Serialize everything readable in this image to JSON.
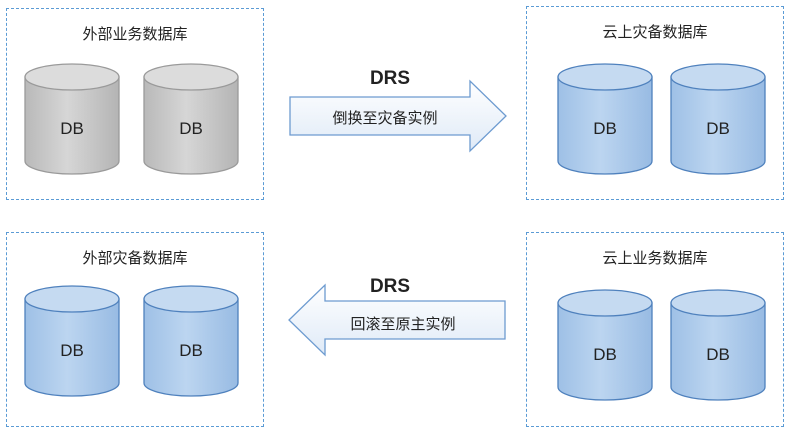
{
  "boxes": {
    "top_left": {
      "title": "外部业务数据库",
      "db1": "DB",
      "db2": "DB",
      "db_color": "gray"
    },
    "top_right": {
      "title": "云上灾备数据库",
      "db1": "DB",
      "db2": "DB",
      "db_color": "blue"
    },
    "bottom_left": {
      "title": "外部灾备数据库",
      "db1": "DB",
      "db2": "DB",
      "db_color": "blue"
    },
    "bottom_right": {
      "title": "云上业务数据库",
      "db1": "DB",
      "db2": "DB",
      "db_color": "blue"
    }
  },
  "arrows": {
    "top": {
      "service": "DRS",
      "label": "倒换至灾备实例",
      "direction": "right"
    },
    "bottom": {
      "service": "DRS",
      "label": "回滚至原主实例",
      "direction": "left"
    }
  },
  "colors": {
    "border_dashed": "#5b9bd5",
    "gray_fill": "#c8c8c8",
    "gray_top": "#dcdcdc",
    "gray_stroke": "#9a9a9a",
    "blue_fill": "#a9c8ea",
    "blue_top": "#c5daf1",
    "blue_stroke": "#4f81bd",
    "arrow_fill": "#eef4fb",
    "arrow_stroke": "#6d9bd0"
  }
}
